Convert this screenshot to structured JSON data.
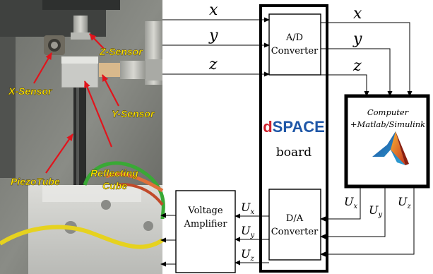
{
  "photo": {
    "labels": {
      "z_sensor": "Z-Sensor",
      "x_sensor": "X-Sensor",
      "y_sensor": "Y-Sensor",
      "piezo_tube": "PiezoTube",
      "reflecting_1": "Reflecting",
      "reflecting_2": "Cube"
    },
    "label_color": "#ffe600",
    "arrow_color": "#e1141c"
  },
  "signals": {
    "x": "x",
    "y": "y",
    "z": "z",
    "ux": {
      "main": "U",
      "sub": "x"
    },
    "uy": {
      "main": "U",
      "sub": "y"
    },
    "uz": {
      "main": "U",
      "sub": "z"
    }
  },
  "blocks": {
    "ad": {
      "line1": "A/D",
      "line2": "Converter"
    },
    "da": {
      "line1": "D/A",
      "line2": "Converter"
    },
    "dspace": {
      "brand_d": "d",
      "brand_rest": "SPACE",
      "word": "board",
      "brand_d_color": "#d0202c",
      "brand_rest_color": "#1f57a7"
    },
    "computer": {
      "line1": "Computer",
      "line2": "+Matlab/Simulink"
    },
    "amplifier": {
      "line1": "Voltage",
      "line2": "Amplifier"
    }
  },
  "logo": {
    "name": "matlab-logo-icon"
  }
}
